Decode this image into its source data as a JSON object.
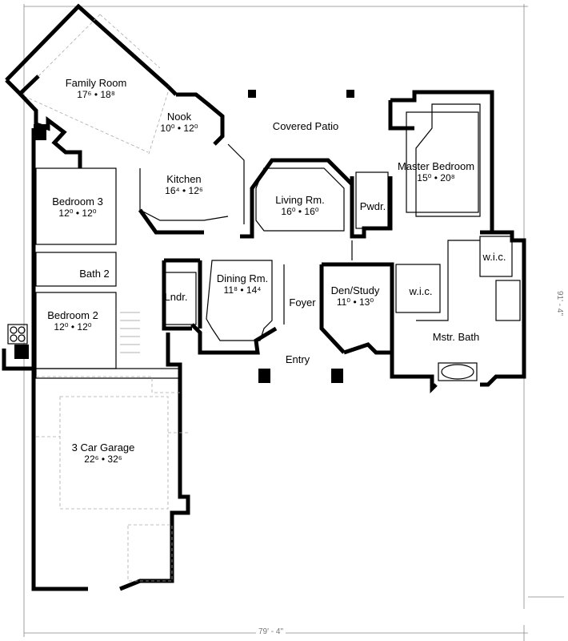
{
  "rooms": [
    {
      "name": "Family Room",
      "dims": "17⁶ • 18⁸"
    },
    {
      "name": "Nook",
      "dims": "10⁰ • 12⁰"
    },
    {
      "name": "Covered Patio",
      "dims": ""
    },
    {
      "name": "Kitchen",
      "dims": "16⁴ • 12⁶"
    },
    {
      "name": "Master Bedroom",
      "dims": "15⁰ • 20⁸"
    },
    {
      "name": "Living Rm.",
      "dims": "16⁰ • 16⁰"
    },
    {
      "name": "Pwdr.",
      "dims": ""
    },
    {
      "name": "Bedroom 3",
      "dims": "12⁰ • 12⁰"
    },
    {
      "name": "Bath 2",
      "dims": ""
    },
    {
      "name": "w.i.c.",
      "dims": ""
    },
    {
      "name": "Dining Rm.",
      "dims": "11⁸ • 14⁴"
    },
    {
      "name": "Den/Study",
      "dims": "11⁰ • 13⁰"
    },
    {
      "name": "w.i.c.",
      "dims": ""
    },
    {
      "name": "Lndr.",
      "dims": ""
    },
    {
      "name": "Foyer",
      "dims": ""
    },
    {
      "name": "Bedroom 2",
      "dims": "12⁰ • 12⁰"
    },
    {
      "name": "Mstr. Bath",
      "dims": ""
    },
    {
      "name": "Entry",
      "dims": ""
    },
    {
      "name": "3 Car Garage",
      "dims": "22⁶ • 32⁶"
    }
  ],
  "dimensions": {
    "overall_width": "79' - 4\"",
    "overall_depth": "91' - 4\""
  }
}
